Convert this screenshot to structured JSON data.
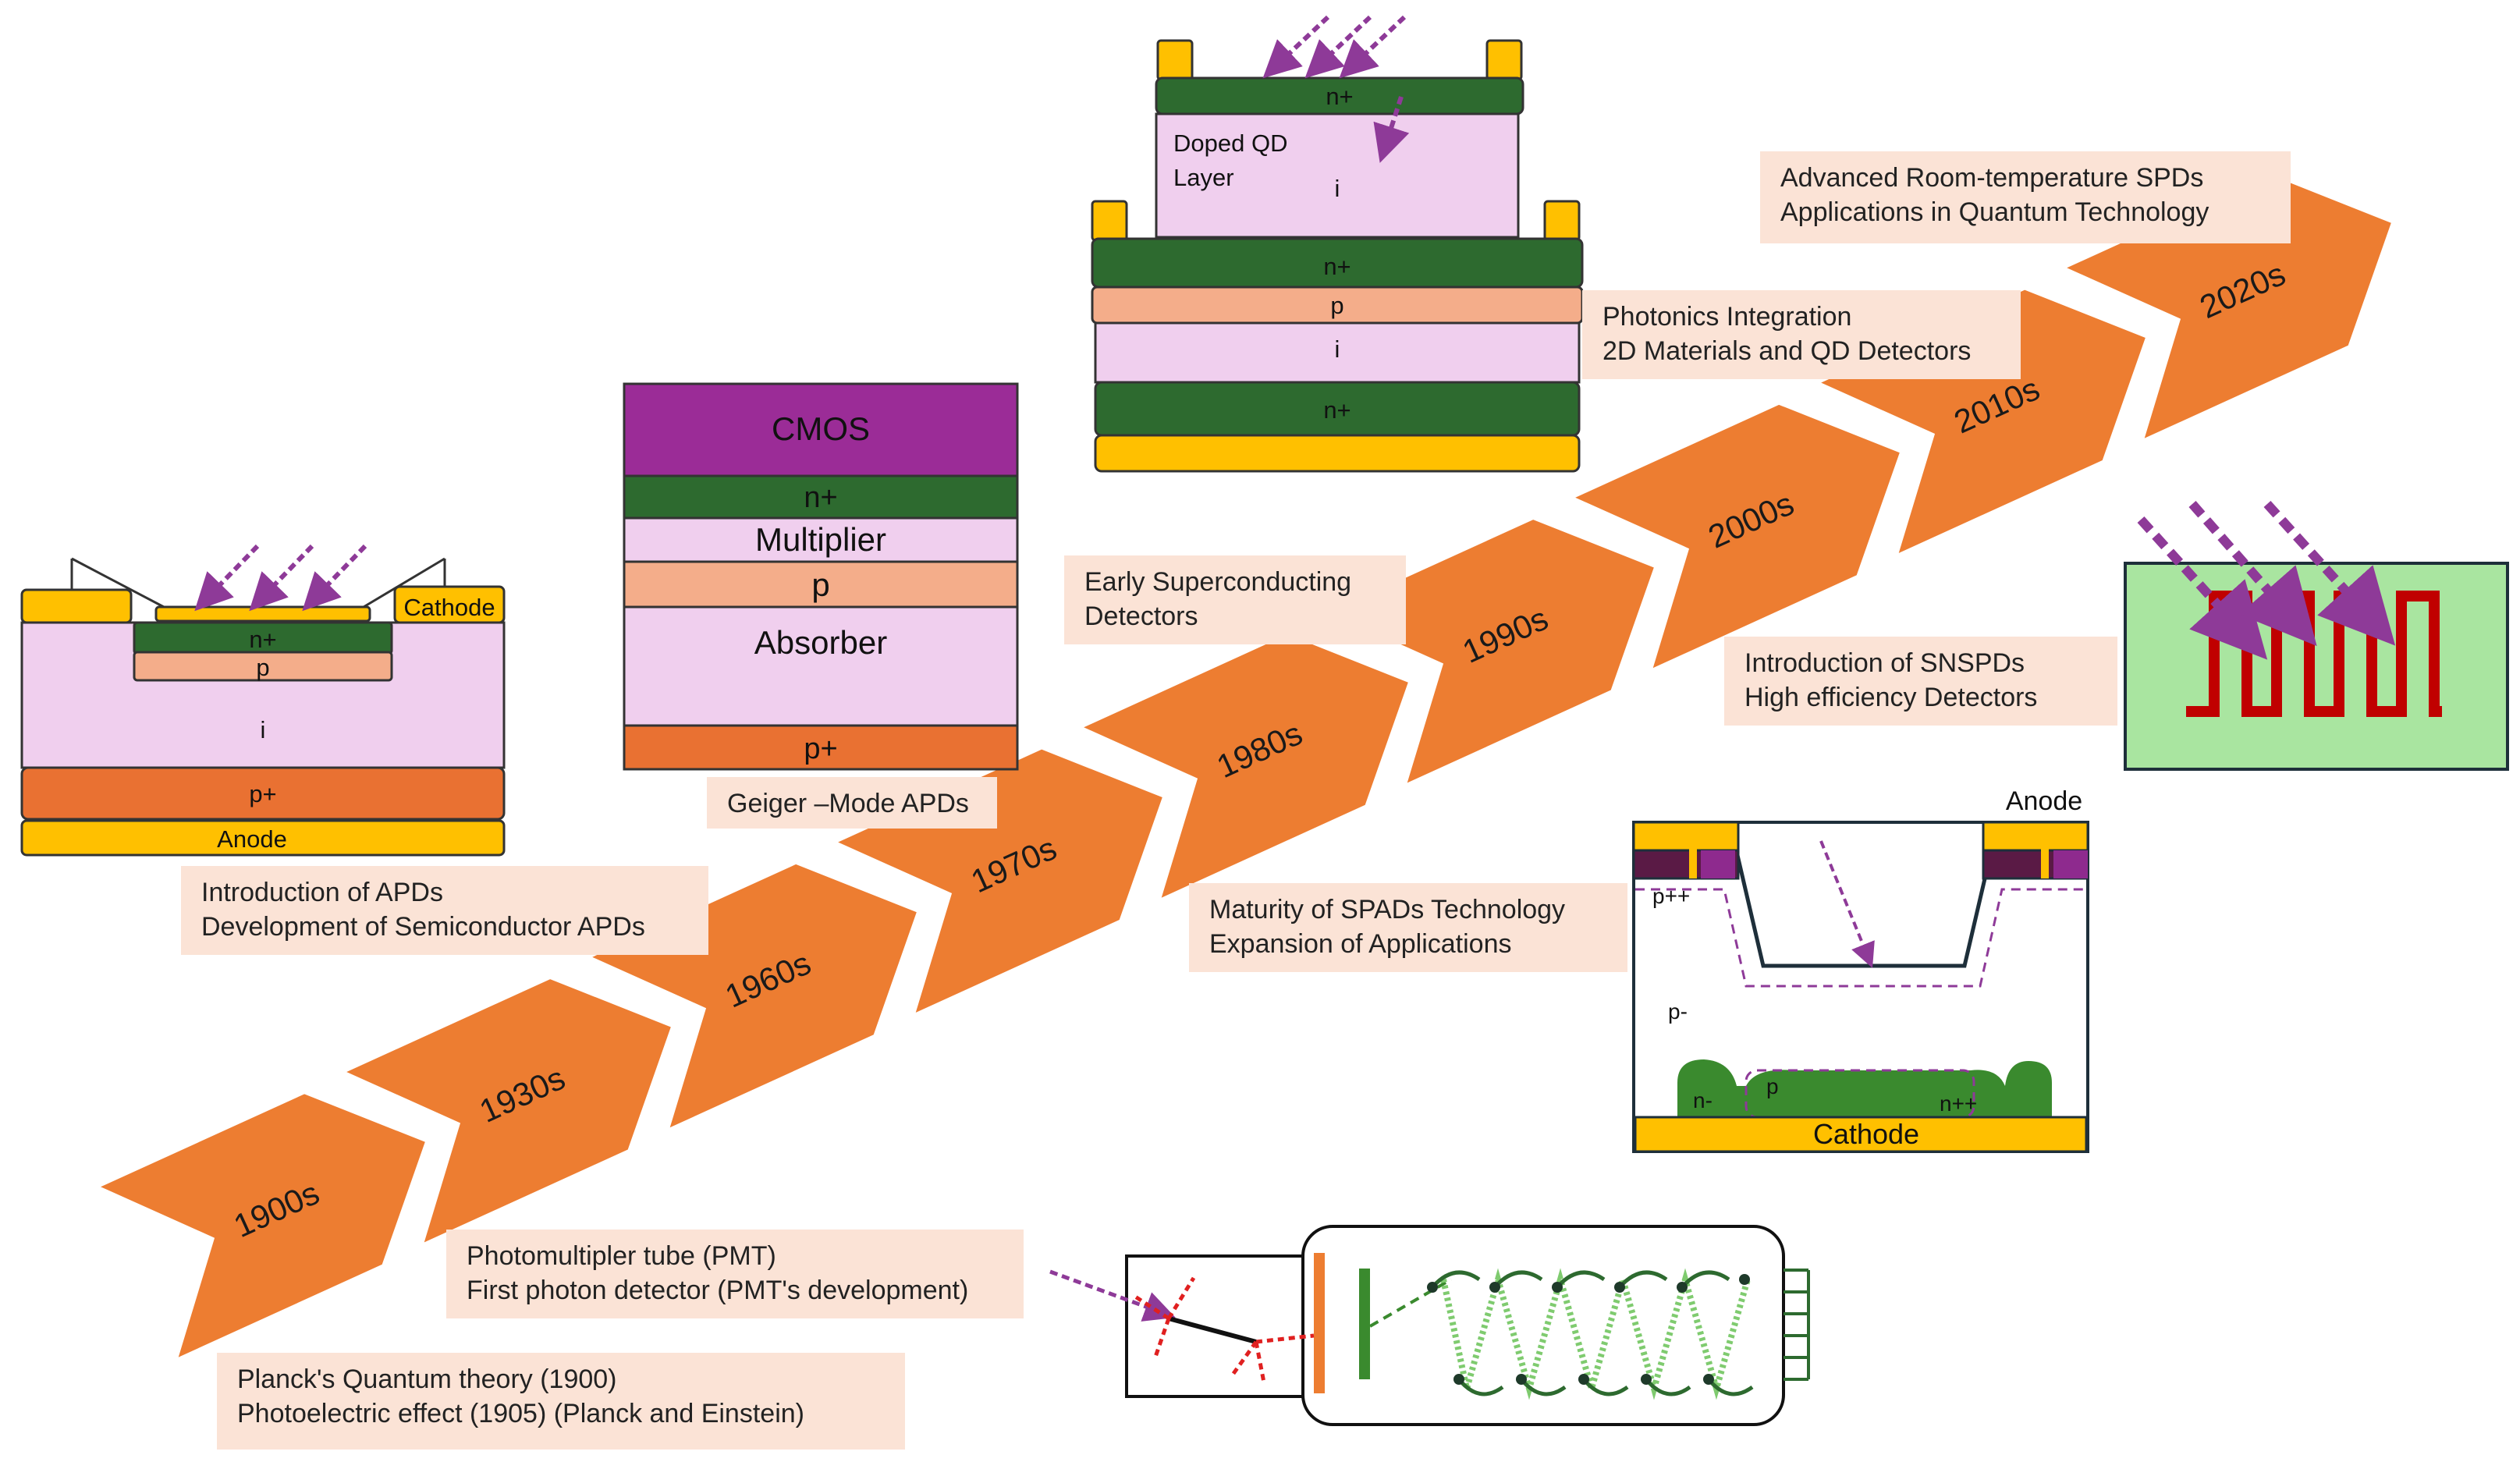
{
  "timeline": {
    "decades": [
      "1900s",
      "1930s",
      "1960s",
      "1970s",
      "1980s",
      "1990s",
      "2000s",
      "2010s",
      "2020s"
    ],
    "colors": {
      "arrow": "#ed7d31",
      "annotation_bg": "#fbe3d6"
    }
  },
  "annotations": {
    "planck": {
      "line1": "Planck's Quantum theory (1900)",
      "line2": "Photoelectric effect (1905) (Planck and Einstein)"
    },
    "pmt": {
      "line1": "Photomultipler tube (PMT)",
      "line2": "First photon detector (PMT's development)"
    },
    "apd": {
      "line1": "Introduction of APDs",
      "line2": "Development of Semiconductor APDs"
    },
    "geiger": {
      "line1": "Geiger –Mode APDs"
    },
    "spad": {
      "line1": "Maturity of SPADs Technology",
      "line2": "Expansion of Applications"
    },
    "superconducting": {
      "line1": "Early Superconducting",
      "line2": "Detectors"
    },
    "snspd": {
      "line1": "Introduction of SNSPDs",
      "line2": "High efficiency Detectors"
    },
    "photonics": {
      "line1": "Photonics Integration",
      "line2": "2D Materials and QD Detectors"
    },
    "room_temp": {
      "line1": "Advanced Room-temperature SPDs",
      "line2": "Applications in Quantum Technology"
    }
  },
  "apd_diagram": {
    "cathode": "Cathode",
    "nplus": "n+",
    "p": "p",
    "i": "i",
    "pplus": "p+",
    "anode": "Anode"
  },
  "cmos_stack": {
    "cmos": "CMOS",
    "nplus": "n+",
    "multiplier": "Multiplier",
    "p": "p",
    "absorber": "Absorber",
    "pplus": "p+"
  },
  "qd_stack": {
    "nplus_top": "n+",
    "qd_label_line1": "Doped QD",
    "qd_label_line2": "Layer",
    "i_top": "i",
    "nplus_mid": "n+",
    "p": "p",
    "i": "i",
    "nplus_bottom": "n+"
  },
  "spad_diagram": {
    "anode": "Anode",
    "pplusplus": "p++",
    "pminus": "p-",
    "nminus": "n-",
    "p": "p",
    "nplusplus": "n++",
    "cathode": "Cathode"
  }
}
